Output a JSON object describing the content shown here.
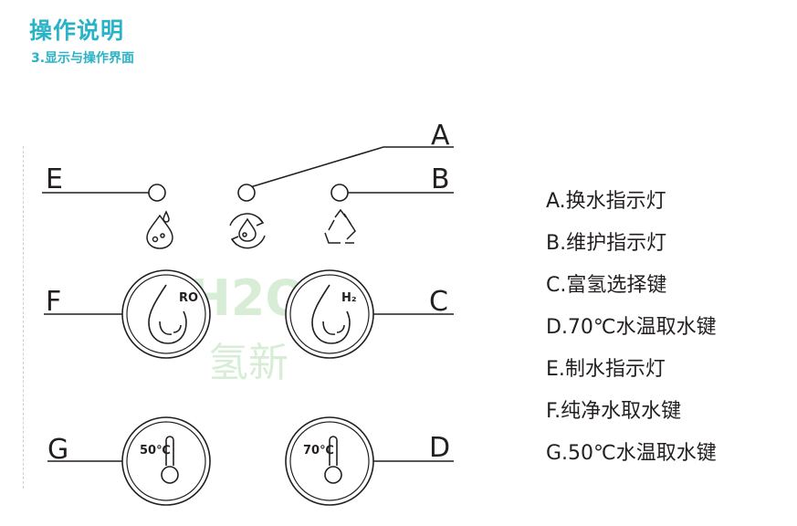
{
  "header": {
    "title": "操作说明",
    "subtitle": "3.显示与操作界面"
  },
  "watermark": {
    "top": "H2O",
    "bottom": "氢新"
  },
  "diagram": {
    "letters": {
      "A": "A",
      "B": "B",
      "C": "C",
      "D": "D",
      "E": "E",
      "F": "F",
      "G": "G"
    },
    "buttons": {
      "ro": "RO",
      "h2": "H₂",
      "temp50": "50℃",
      "temp70": "70℃"
    },
    "icons": {
      "indicator_e": "water-drop-icon",
      "indicator_a": "filter-change-icon",
      "indicator_b": "recycle-icon"
    }
  },
  "legend": [
    "A.换水指示灯",
    "B.维护指示灯",
    "C.富氢选择键",
    "D.70℃水温取水键",
    "E.制水指示灯",
    "F.纯净水取水键",
    "G.50℃水温取水键"
  ],
  "colors": {
    "accent": "#2ab3c6",
    "line": "#231f20",
    "watermark": "#b9e0b6"
  }
}
